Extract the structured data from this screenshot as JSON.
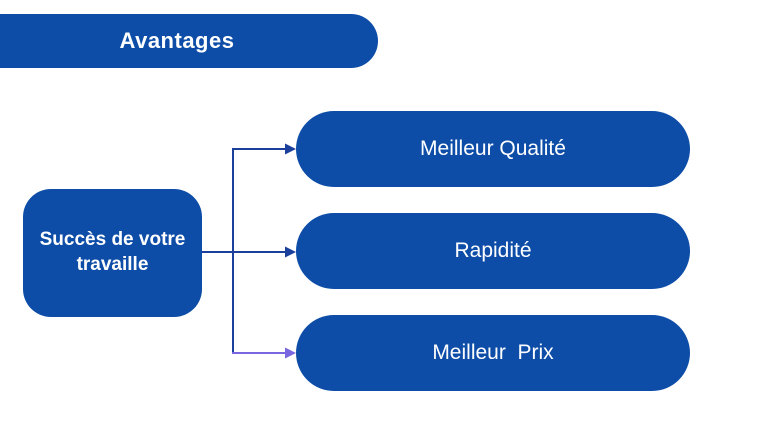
{
  "diagram": {
    "title": "Avantages",
    "root_node": {
      "label": "Succès de votre travaille",
      "label_line1": "Succès de votre",
      "label_line2": "travaille"
    },
    "branches": [
      {
        "label": "Meilleur Qualité"
      },
      {
        "label": "Rapidité"
      },
      {
        "label": "Meilleur  Prix"
      }
    ],
    "colors": {
      "shape_blue": "#0d4da8",
      "connector_blue": "#1a409c",
      "connector_purple": "#7a66e0",
      "text_white": "#ffffff",
      "background": "#ffffff"
    }
  }
}
